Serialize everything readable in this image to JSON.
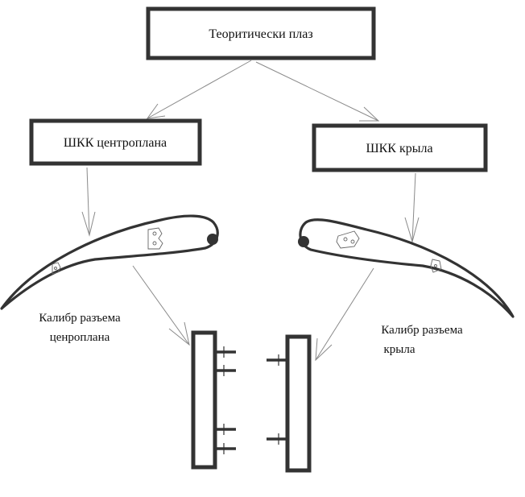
{
  "top_box": {
    "label": "Теоритически плаз"
  },
  "left_box": {
    "label": "ШКК центроплана"
  },
  "right_box": {
    "label": "ШКК крыла"
  },
  "left_caption": {
    "line1": "Калибр разъема",
    "line2": "ценроплана"
  },
  "right_caption": {
    "line1": "Калибр разъема",
    "line2": "крыла"
  },
  "colors": {
    "stroke": "#333333",
    "arrow": "#8a8a8a",
    "background": "#ffffff"
  }
}
